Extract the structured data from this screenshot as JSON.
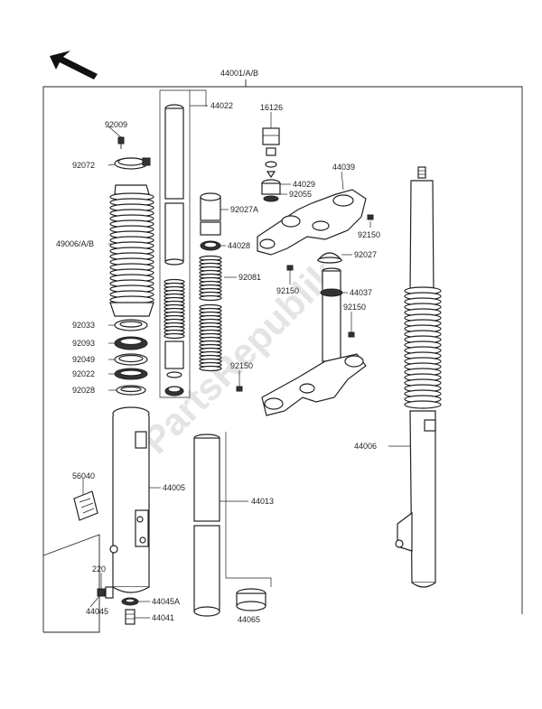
{
  "labels": {
    "assembly": "44001/A/B",
    "p44022": "44022",
    "p92009": "92009",
    "p92072": "92072",
    "p49006": "49006/A/B",
    "p92033": "92033",
    "p92093": "92093",
    "p92049": "92049",
    "p92022": "92022",
    "p92028": "92028",
    "p56040": "56040",
    "p220": "220",
    "p44045": "44045",
    "p44005": "44005",
    "p92027A": "92027A",
    "p44028": "44028",
    "p92081": "92081",
    "p44045A": "44045A",
    "p44041": "44041",
    "p44013": "44013",
    "p44065": "44065",
    "p16126": "16126",
    "p44029": "44029",
    "p92055": "92055",
    "p44039": "44039",
    "p92150a": "92150",
    "p92027": "92027",
    "p92150b": "92150",
    "p44037": "44037",
    "p92150c": "92150",
    "p92150d": "92150",
    "p44006": "44006"
  },
  "watermark": "PartsRepublik"
}
